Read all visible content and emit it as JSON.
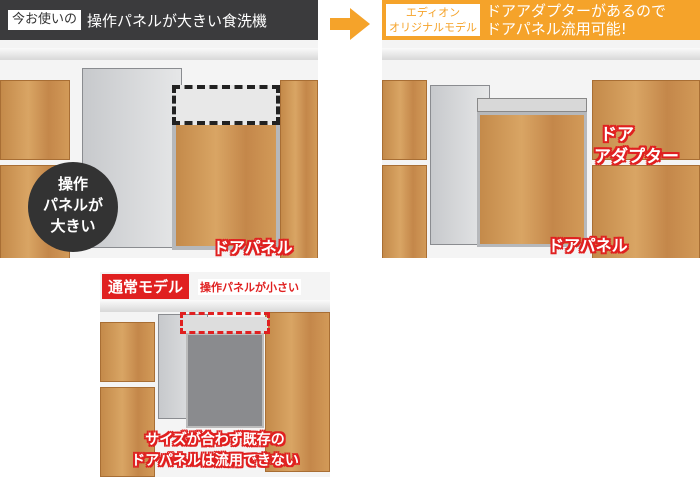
{
  "panel_current": {
    "tag": "今お使いの",
    "title": "操作パネルが大きい食洗機",
    "bubble": [
      "操作",
      "パネルが",
      "大きい"
    ],
    "door_label": "ドアパネル"
  },
  "arrow": {
    "icon": "arrow-right-icon",
    "color": "#f5a32a"
  },
  "panel_edion": {
    "tag_line1": "エディオン",
    "tag_line2": "オリジナルモデル",
    "title_line1": "ドアアダプターがあるので",
    "title_line2": "ドアパネル流用可能!",
    "adapter_label": [
      "ドア",
      "アダプター"
    ],
    "door_label": "ドアパネル"
  },
  "panel_normal": {
    "badge": "通常モデル",
    "note": "操作パネルが小さい",
    "caption_line1": "サイズが合わず既存の",
    "caption_line2": "ドアパネルは流用できない"
  },
  "colors": {
    "dark_header": "#3b3b3d",
    "orange": "#f5a32a",
    "red": "#e02020"
  }
}
